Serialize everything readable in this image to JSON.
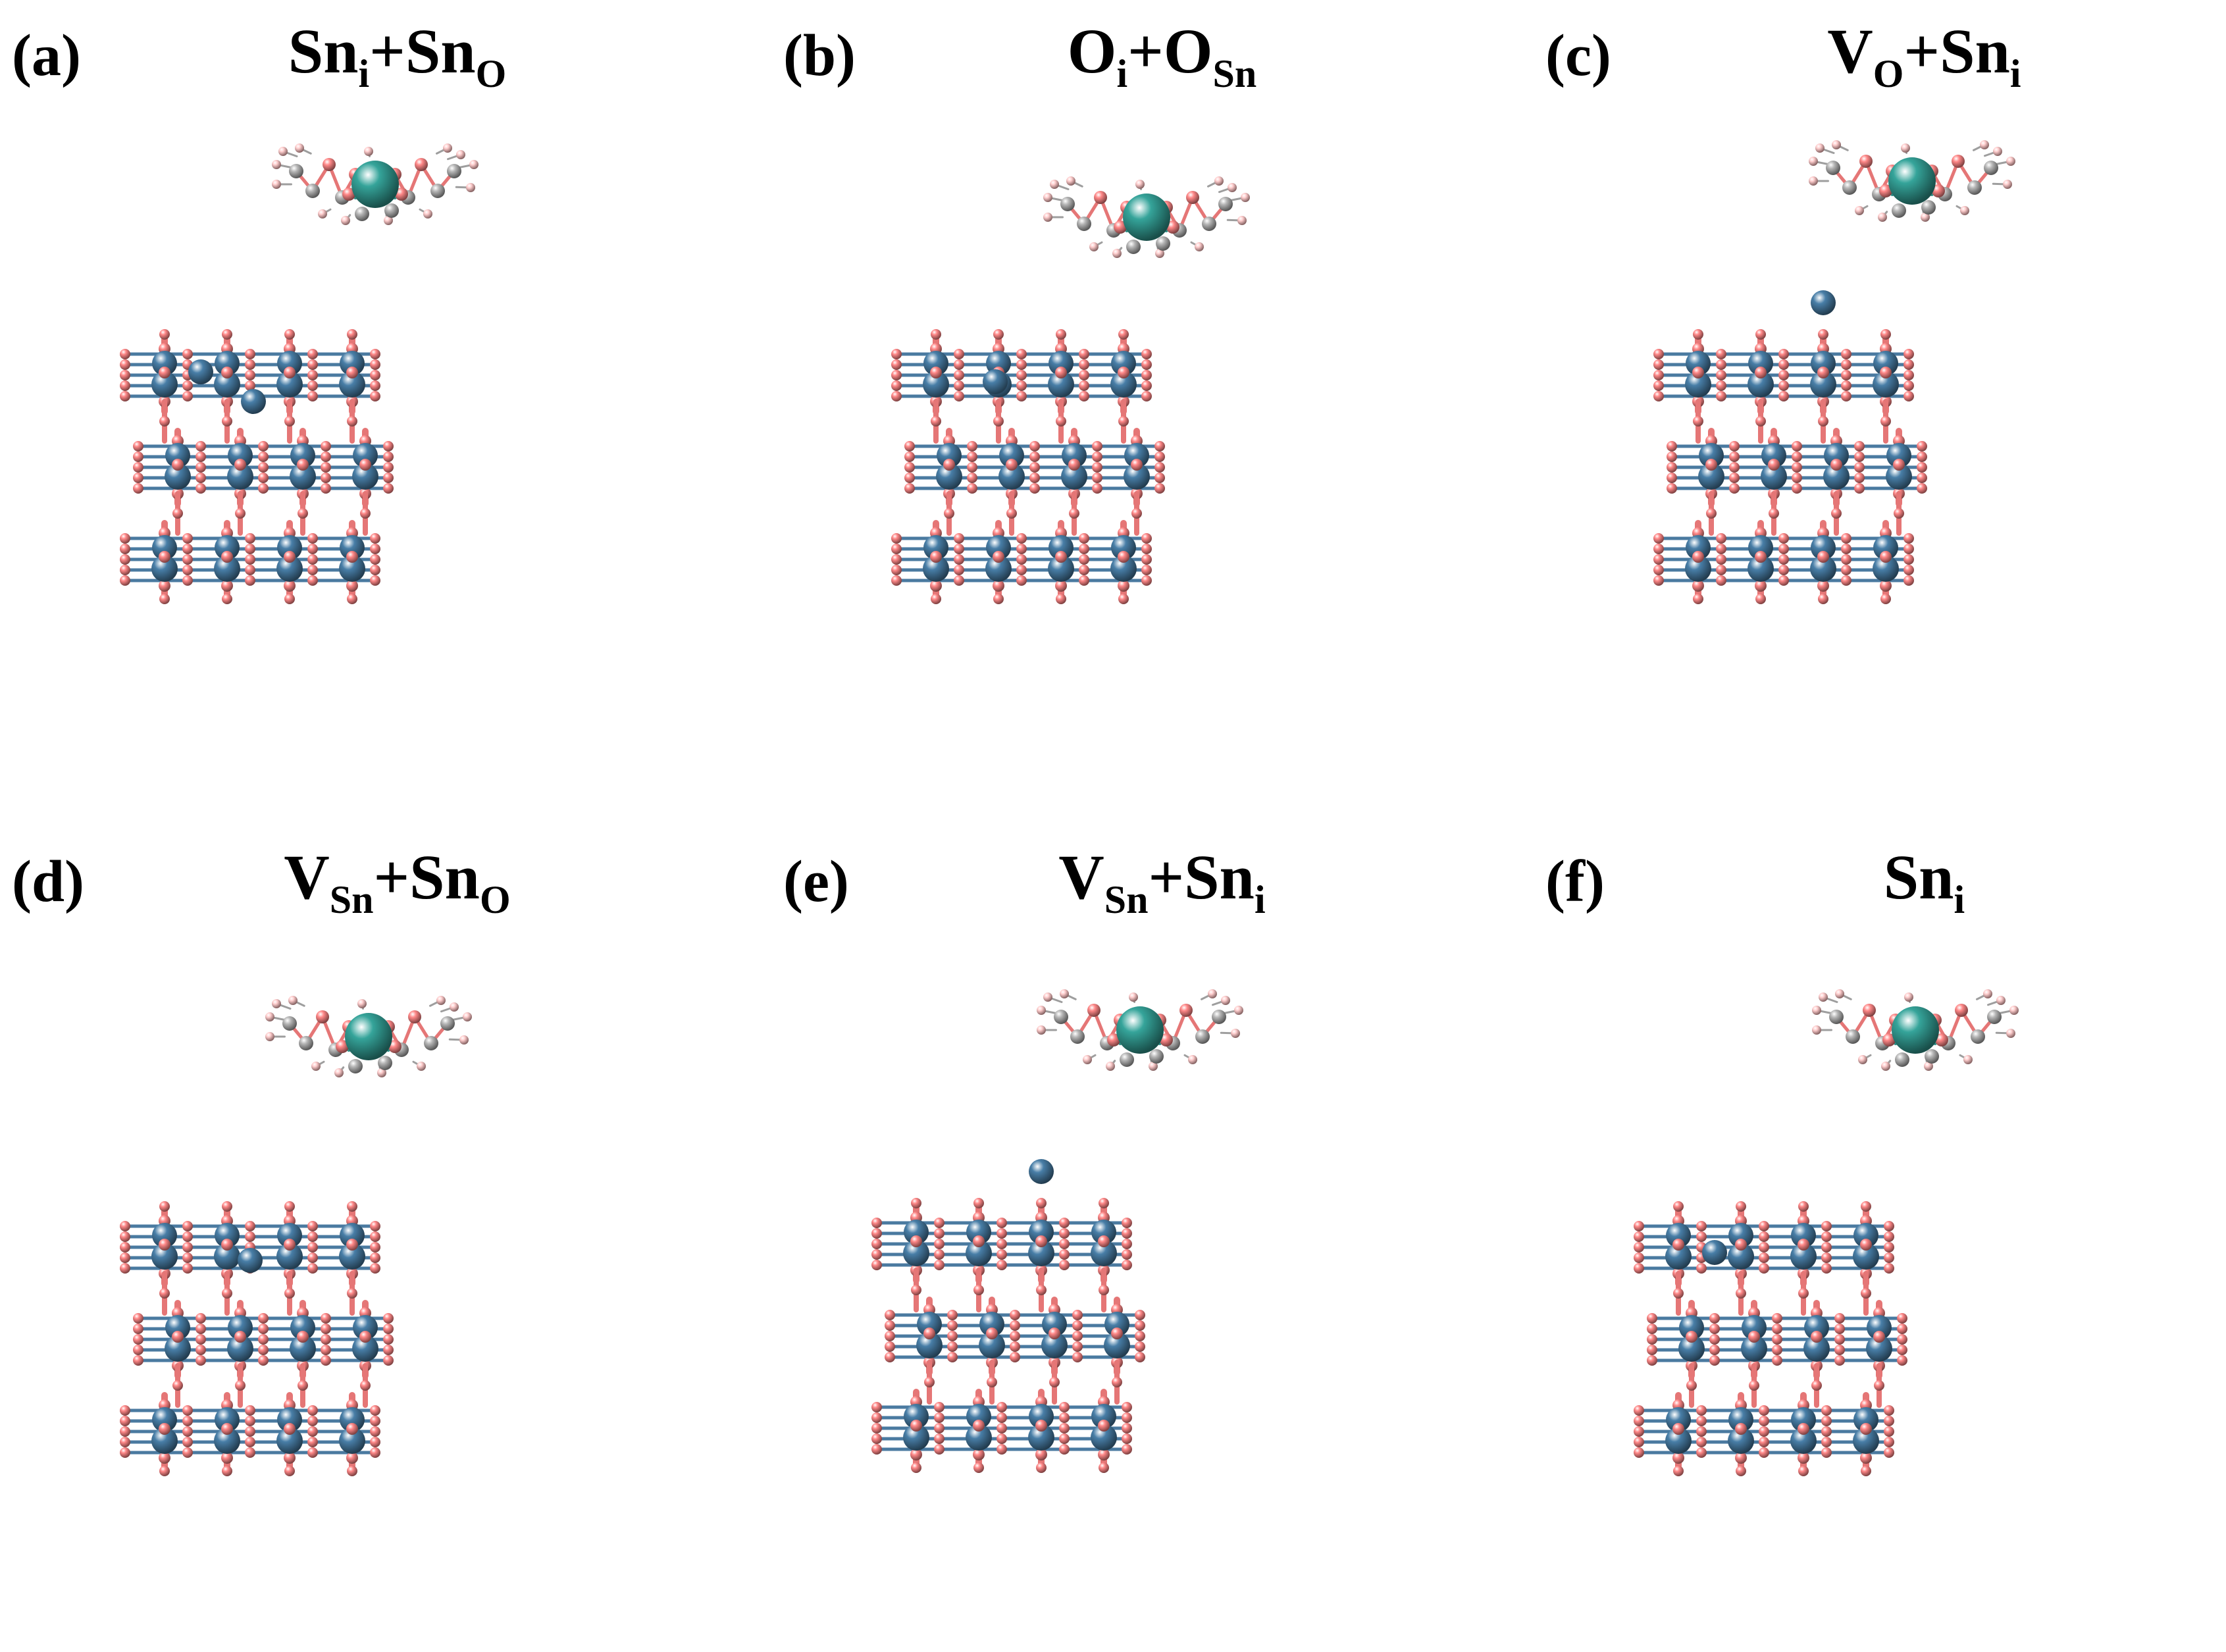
{
  "colors": {
    "sn_atom": "#3f6e91",
    "o_atom": "#e57676",
    "c_atom": "#9e9e9e",
    "h_atom": "#f2b3b3",
    "sn_adsorbate": "#2e8f86",
    "bond_sn_o": "#4a7aa0"
  },
  "panels": [
    {
      "label": "(a)",
      "title": {
        "base1": "Sn",
        "sub1": "i",
        "plus": "+",
        "base2": "Sn",
        "sub2": "O"
      }
    },
    {
      "label": "(b)",
      "title": {
        "base1": "O",
        "sub1": "i",
        "plus": "+",
        "base2": "O",
        "sub2": "Sn"
      }
    },
    {
      "label": "(c)",
      "title": {
        "base1": "V",
        "sub1": "O",
        "plus": "+",
        "base2": "Sn",
        "sub2": "i"
      }
    },
    {
      "label": "(d)",
      "title": {
        "base1": "V",
        "sub1": "Sn",
        "plus": "+",
        "base2": "Sn",
        "sub2": "O"
      }
    },
    {
      "label": "(e)",
      "title": {
        "base1": "V",
        "sub1": "Sn",
        "plus": "+",
        "base2": "Sn",
        "sub2": "i"
      }
    },
    {
      "label": "(f)",
      "title": {
        "base1": "Sn",
        "sub1": "i",
        "plus": "",
        "base2": "",
        "sub2": ""
      }
    }
  ]
}
